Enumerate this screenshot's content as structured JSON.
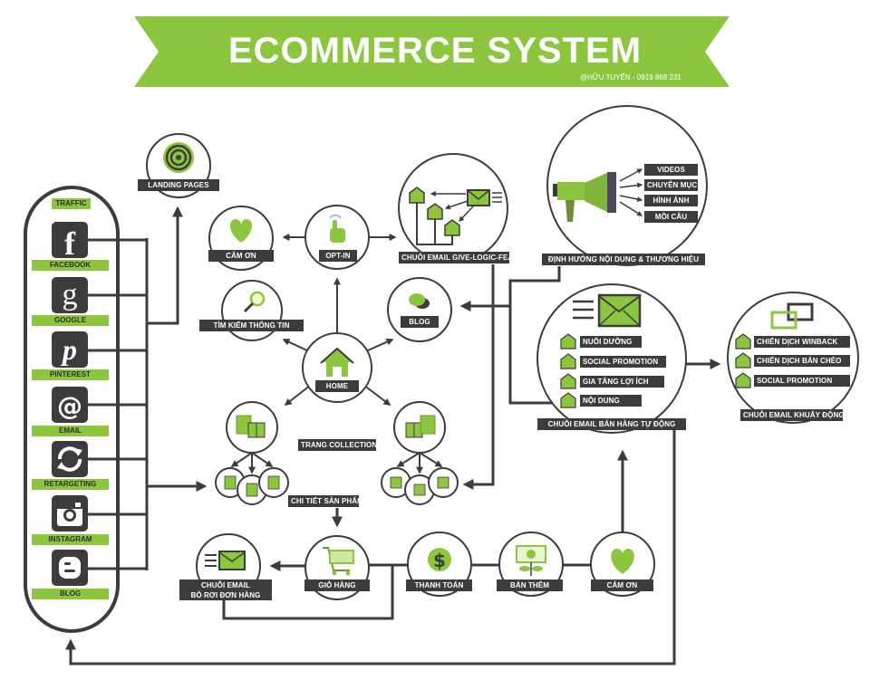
{
  "header": {
    "title": "ECOMMERCE SYSTEM",
    "author": "@HỮU TUYẾN - 0919 868 231"
  },
  "colors": {
    "accent_green": "#8cc63f",
    "dark": "#3c3c3c",
    "background": "#ffffff"
  },
  "traffic": {
    "title": "TRAFFIC",
    "sources": [
      {
        "label": "FACEBOOK",
        "icon": "facebook-icon"
      },
      {
        "label": "GOOGLE",
        "icon": "google-icon"
      },
      {
        "label": "PINTEREST",
        "icon": "pinterest-icon"
      },
      {
        "label": "EMAIL",
        "icon": "email-at-icon"
      },
      {
        "label": "RETARGETING",
        "icon": "retargeting-icon"
      },
      {
        "label": "INSTAGRAM",
        "icon": "instagram-icon"
      },
      {
        "label": "BLOG",
        "icon": "blogger-icon"
      }
    ]
  },
  "nodes": {
    "landing_pages": "LANDING PAGES",
    "cam_on_top": "CẢM ƠN",
    "opt_in": "OPT-IN",
    "tim_kiem": "TÌM KIẾM THÔNG TIN",
    "blog": "BLOG",
    "home": "HOME",
    "give_logic_fear": "CHUỖI EMAIL GIVE-LOGIC-FEAR",
    "trang_collection": "TRANG COLLECTION",
    "chi_tiet_san_pham": "CHI TIẾT SẢN PHẨM",
    "dinh_huong": {
      "label": "ĐỊNH HƯỚNG NỘI DUNG & THƯƠNG HIỆU",
      "items": [
        "VIDEOS",
        "CHUYÊN MỤC",
        "HÌNH ẢNH",
        "MỒI CÂU"
      ]
    },
    "ban_hang_tu_dong": {
      "label": "CHUỖI EMAIL BÁN HÀNG TỰ ĐỘNG",
      "items": [
        "NUÔI DƯỠNG",
        "SOCIAL PROMOTION",
        "GIA TĂNG LỢI ÍCH",
        "NỘI DUNG"
      ]
    },
    "khuay_dong": {
      "label": "CHUỖI EMAIL KHUẤY ĐỘNG",
      "items": [
        "CHIẾN DỊCH WINBACK",
        "CHIẾN DỊCH BÁN CHÉO",
        "SOCIAL PROMOTION"
      ]
    },
    "bo_roi": {
      "line1": "CHUỖI EMAIL",
      "line2": "BỎ RƠI ĐƠN HÀNG"
    },
    "gio_hang": "GIỎ HÀNG",
    "thanh_toan": "THANH TOÁN",
    "ban_them": "BÁN THÊM",
    "cam_on_bottom": "CẢM ƠN"
  }
}
